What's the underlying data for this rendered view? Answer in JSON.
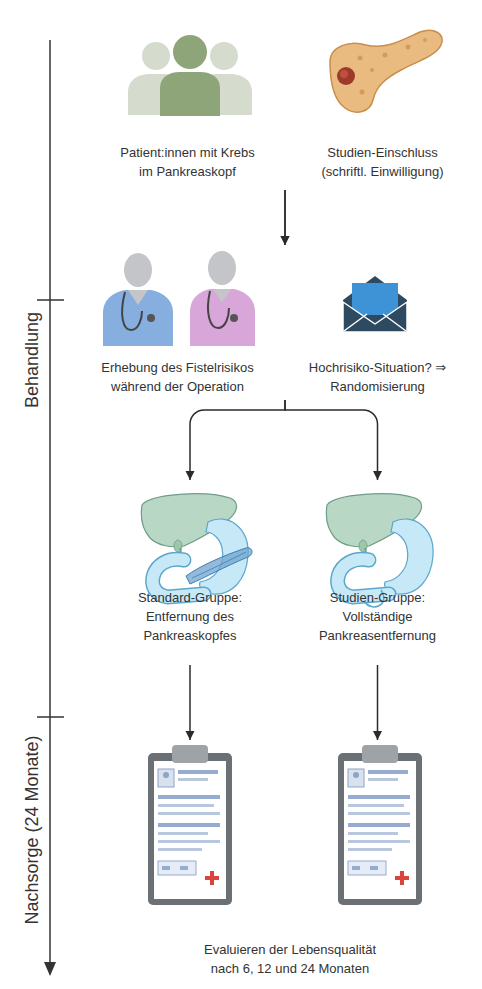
{
  "diagram": {
    "nodes": [
      {
        "text": [
          "Patient:innen mit Krebs im Pankreaskopf"
        ]
      },
      {
        "text": [
          "Studien-Einschluss (schriftl. Einwilligung)"
        ]
      },
      {
        "text": [
          "Erhebung des Fistelrisikos während der Operation"
        ]
      },
      {
        "text": [
          "Hochrisiko-Situation? ⇒ Randomisierung"
        ]
      },
      {
        "text": [
          "Standard-Gruppe: Entfernung des Pankreaskopfes"
        ]
      },
      {
        "text": [
          "Studien-Gruppe: Vollständige Pankreasentfernung"
        ]
      },
      {
        "text": [
          "Evaluieren der Lebensqualität nach 6, 12 und 24 Monaten"
        ]
      }
    ],
    "edges": [
      {
        "from": 0,
        "to": 2,
        "arrow": "to"
      },
      {
        "from": 1,
        "to": 2,
        "arrow": "to"
      },
      {
        "from": 3,
        "to": 4,
        "arrow": "to"
      },
      {
        "from": 3,
        "to": 5,
        "arrow": "to"
      },
      {
        "from": 4,
        "to": 6,
        "arrow": "to"
      },
      {
        "from": 5,
        "to": 6,
        "arrow": "to"
      }
    ],
    "labels": [
      "Behandlung",
      "Nachsorge (24 Monate)"
    ]
  }
}
